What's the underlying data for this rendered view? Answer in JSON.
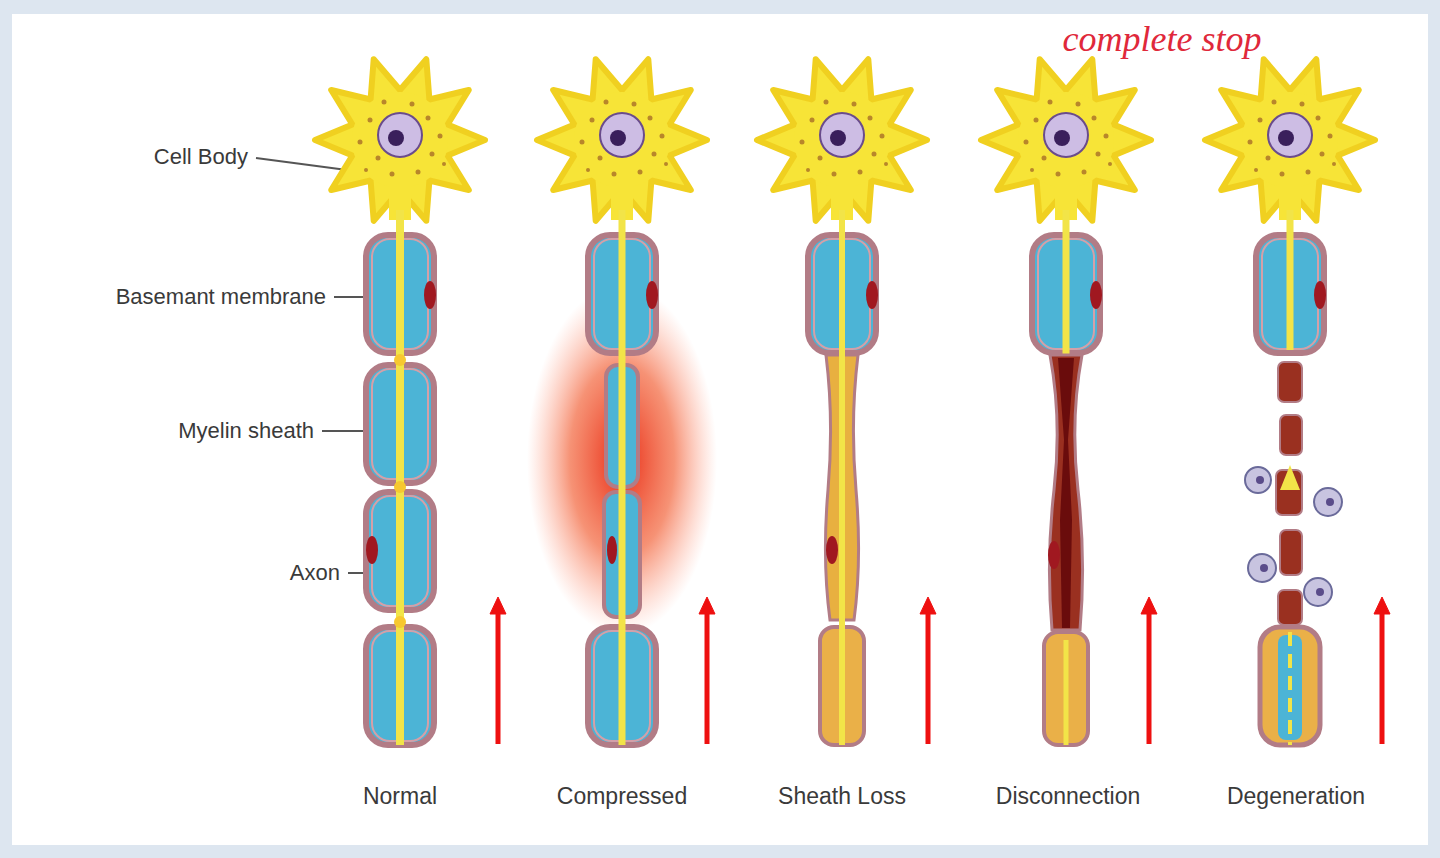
{
  "diagram": {
    "labels": [
      "Cell Body",
      "Basemant membrane",
      "Myelin sheath",
      "Axon",
      "Normal",
      "Compressed",
      "Sheath Loss",
      "Disconnection",
      "Degeneration",
      "complete stop"
    ]
  }
}
